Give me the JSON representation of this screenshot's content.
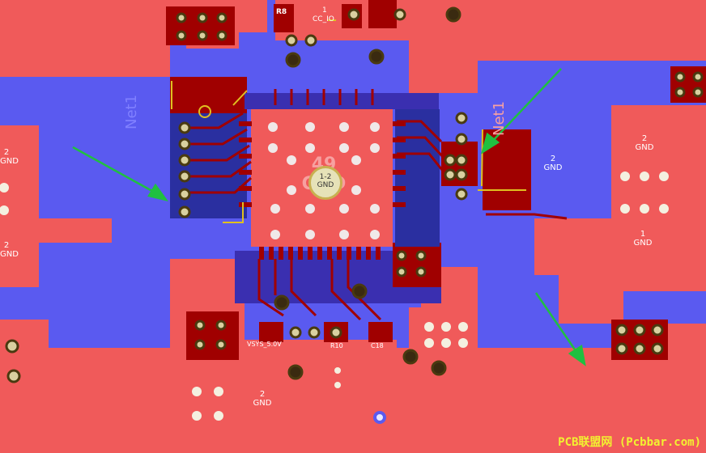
{
  "view": {
    "title": "",
    "layers_visible": [
      "top-copper",
      "bottom-copper",
      "silkscreen"
    ],
    "colors": {
      "bottom_copper": "#5a5af0",
      "top_copper": "#f05a5a",
      "copper_dark": "#a00000",
      "pad_hole": "#d9d0a0",
      "via": "#2a2a2a",
      "silkscreen": "#e0c020",
      "arrow": "#20c040",
      "watermark": "#f2f230"
    }
  },
  "net_labels": {
    "left_upper": {
      "pin": "2",
      "net": "GND"
    },
    "left_lower": {
      "pin": "2",
      "net": "GND"
    },
    "right_upper_a": {
      "pin": "2",
      "net": "GND"
    },
    "right_upper_b": {
      "pin": "2",
      "net": "GND"
    },
    "right_lower": {
      "pin": "1",
      "net": "GND"
    },
    "bottom_center": {
      "pin": "2",
      "net": "GND"
    },
    "center_pad": {
      "pin": "1-2",
      "net": "GND"
    },
    "center_big": {
      "pin": "49",
      "net": "GND"
    }
  },
  "designators": {
    "r8": "R8",
    "cc_io": "CC_IO",
    "cc_io_pin": "1",
    "vsys": "VSYS_5.0V",
    "r10": "R10",
    "c18": "C18",
    "net1": "Net1",
    "net2": "Net1"
  },
  "arrows": [
    {
      "name": "arrow-left",
      "points_to": "connector-left"
    },
    {
      "name": "arrow-right-top",
      "points_to": "connector-right"
    },
    {
      "name": "arrow-right-bottom",
      "points_to": "pad-bottom-right"
    }
  ],
  "watermark": "PCB联盟网 (Pcbbar.com)"
}
